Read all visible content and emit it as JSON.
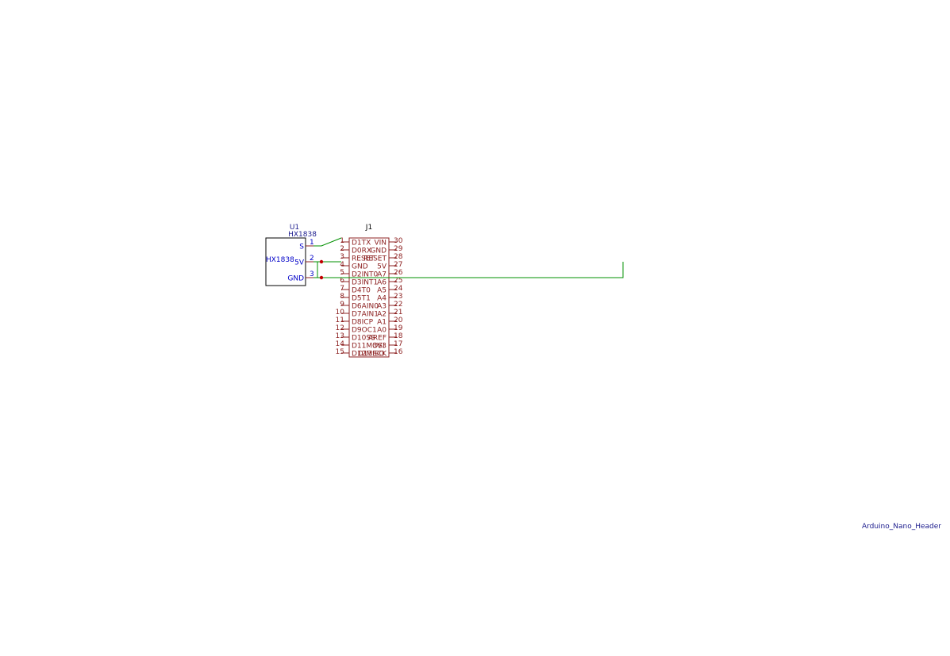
{
  "colors": {
    "background": "#ffffff",
    "u1_body": "#000000",
    "u1_text": "#0000c8",
    "j1_body": "#8c2020",
    "j1_text": "#8c2020",
    "wire": "#009000",
    "junction": "#c00000",
    "footer_text": "#1a1a8c"
  },
  "u1": {
    "reference": "U1",
    "value": "HX1838",
    "inner_label": "HX1838",
    "pins": [
      {
        "name": "S",
        "number": "1"
      },
      {
        "name": "5V",
        "number": "2"
      },
      {
        "name": "GND",
        "number": "3"
      }
    ]
  },
  "j1": {
    "reference": "J1",
    "left_pins": [
      {
        "number": "1",
        "name": "D1TX"
      },
      {
        "number": "2",
        "name": "D0RX"
      },
      {
        "number": "3",
        "name": "RESET"
      },
      {
        "number": "4",
        "name": "GND"
      },
      {
        "number": "5",
        "name": "D2INT0"
      },
      {
        "number": "6",
        "name": "D3INT1"
      },
      {
        "number": "7",
        "name": "D4T0"
      },
      {
        "number": "8",
        "name": "D5T1"
      },
      {
        "number": "9",
        "name": "D6AIN0"
      },
      {
        "number": "10",
        "name": "D7AIN1"
      },
      {
        "number": "11",
        "name": "D8ICP"
      },
      {
        "number": "12",
        "name": "D9OC1"
      },
      {
        "number": "13",
        "name": "D10SS"
      },
      {
        "number": "14",
        "name": "D11MOSI"
      },
      {
        "number": "15",
        "name": "D12MISO"
      }
    ],
    "right_pins": [
      {
        "number": "30",
        "name": "VIN"
      },
      {
        "number": "29",
        "name": "GND"
      },
      {
        "number": "28",
        "name": "RESET"
      },
      {
        "number": "27",
        "name": "5V"
      },
      {
        "number": "26",
        "name": "A7"
      },
      {
        "number": "25",
        "name": "A6"
      },
      {
        "number": "24",
        "name": "A5"
      },
      {
        "number": "23",
        "name": "A4"
      },
      {
        "number": "22",
        "name": "A3"
      },
      {
        "number": "21",
        "name": "A2"
      },
      {
        "number": "20",
        "name": "A1"
      },
      {
        "number": "19",
        "name": "A0"
      },
      {
        "number": "18",
        "name": "AREF"
      },
      {
        "number": "17",
        "name": "3V3"
      },
      {
        "number": "16",
        "name": "D13SCK"
      }
    ]
  },
  "footer": {
    "title": "Arduino_Nano_Header"
  }
}
